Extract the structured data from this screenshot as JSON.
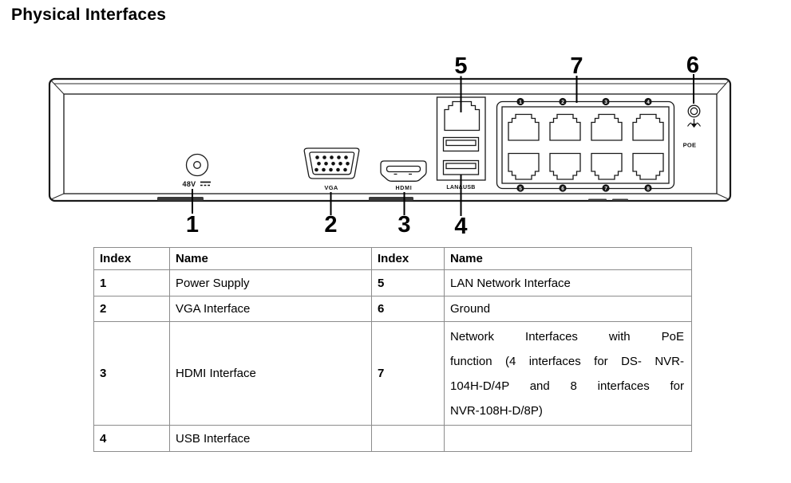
{
  "page": {
    "title": "Physical Interfaces"
  },
  "diagram": {
    "callouts": {
      "n1": "1",
      "n2": "2",
      "n3": "3",
      "n4": "4",
      "n5": "5",
      "n6": "6",
      "n7": "7"
    },
    "labels": {
      "power": "48V",
      "vga": "VGA",
      "hdmi": "HDMI",
      "lan_usb": "LAN&USB",
      "poe": "POE"
    },
    "poe_port_numbers": [
      "1",
      "2",
      "3",
      "4",
      "5",
      "6",
      "7",
      "8"
    ]
  },
  "table": {
    "headers": [
      "Index",
      "Name",
      "Index",
      "Name"
    ],
    "rows": [
      {
        "index1": "1",
        "name1": "Power Supply",
        "index2": "5",
        "name2": "LAN Network Interface"
      },
      {
        "index1": "2",
        "name1": "VGA Interface",
        "index2": "6",
        "name2": "Ground"
      },
      {
        "index1": "3",
        "name1": "HDMI Interface",
        "index2": "7",
        "name2_lines": [
          "Network Interfaces with PoE",
          "function (4 interfaces for DS- NVR-",
          "104H-D/4P and 8 interfaces for",
          "NVR-108H-D/8P)"
        ]
      },
      {
        "index1": "4",
        "name1": "USB Interface",
        "index2": "",
        "name2": ""
      }
    ]
  },
  "colors": {
    "line": "#1a1a1a",
    "table_border": "#8c8c8c",
    "text": "#000000"
  }
}
